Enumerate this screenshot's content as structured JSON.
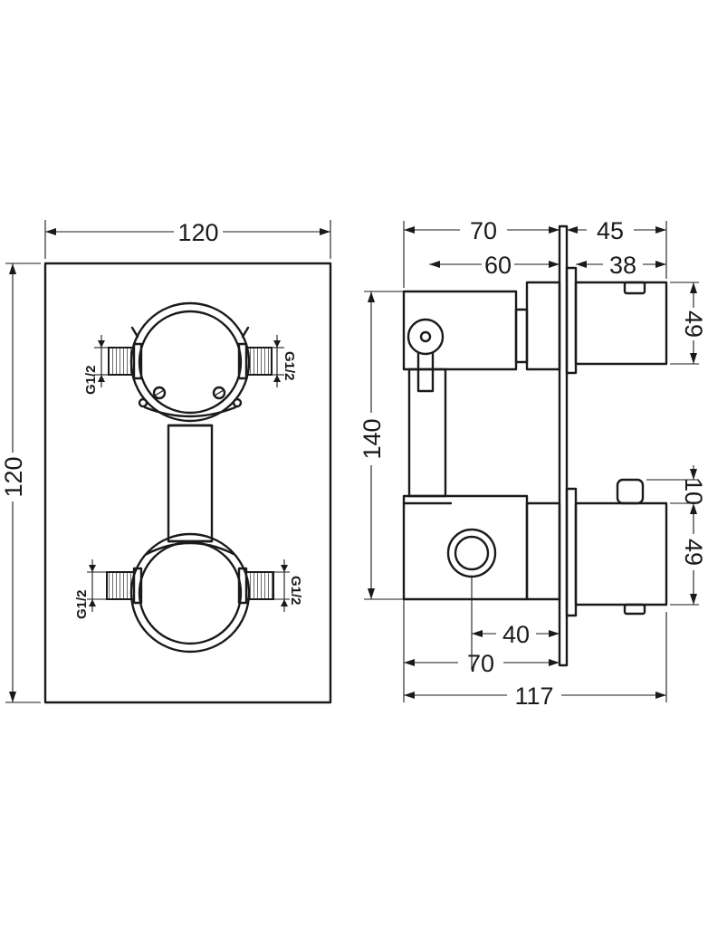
{
  "front_view": {
    "width_label": "120",
    "height_label": "120",
    "thread_labels": [
      "G1/2",
      "G1/2",
      "G1/2",
      "G1/2"
    ]
  },
  "side_view": {
    "top_total_label": "70",
    "top_inner_label": "60",
    "plate_to_end_label": "45",
    "handle_length_label": "38",
    "height_label": "140",
    "upper_handle_diameter_label": "49",
    "pin_label": "10",
    "lower_handle_diameter_label": "49",
    "outlet_offset_label": "40",
    "bottom_body_label": "70",
    "overall_label": "117"
  }
}
